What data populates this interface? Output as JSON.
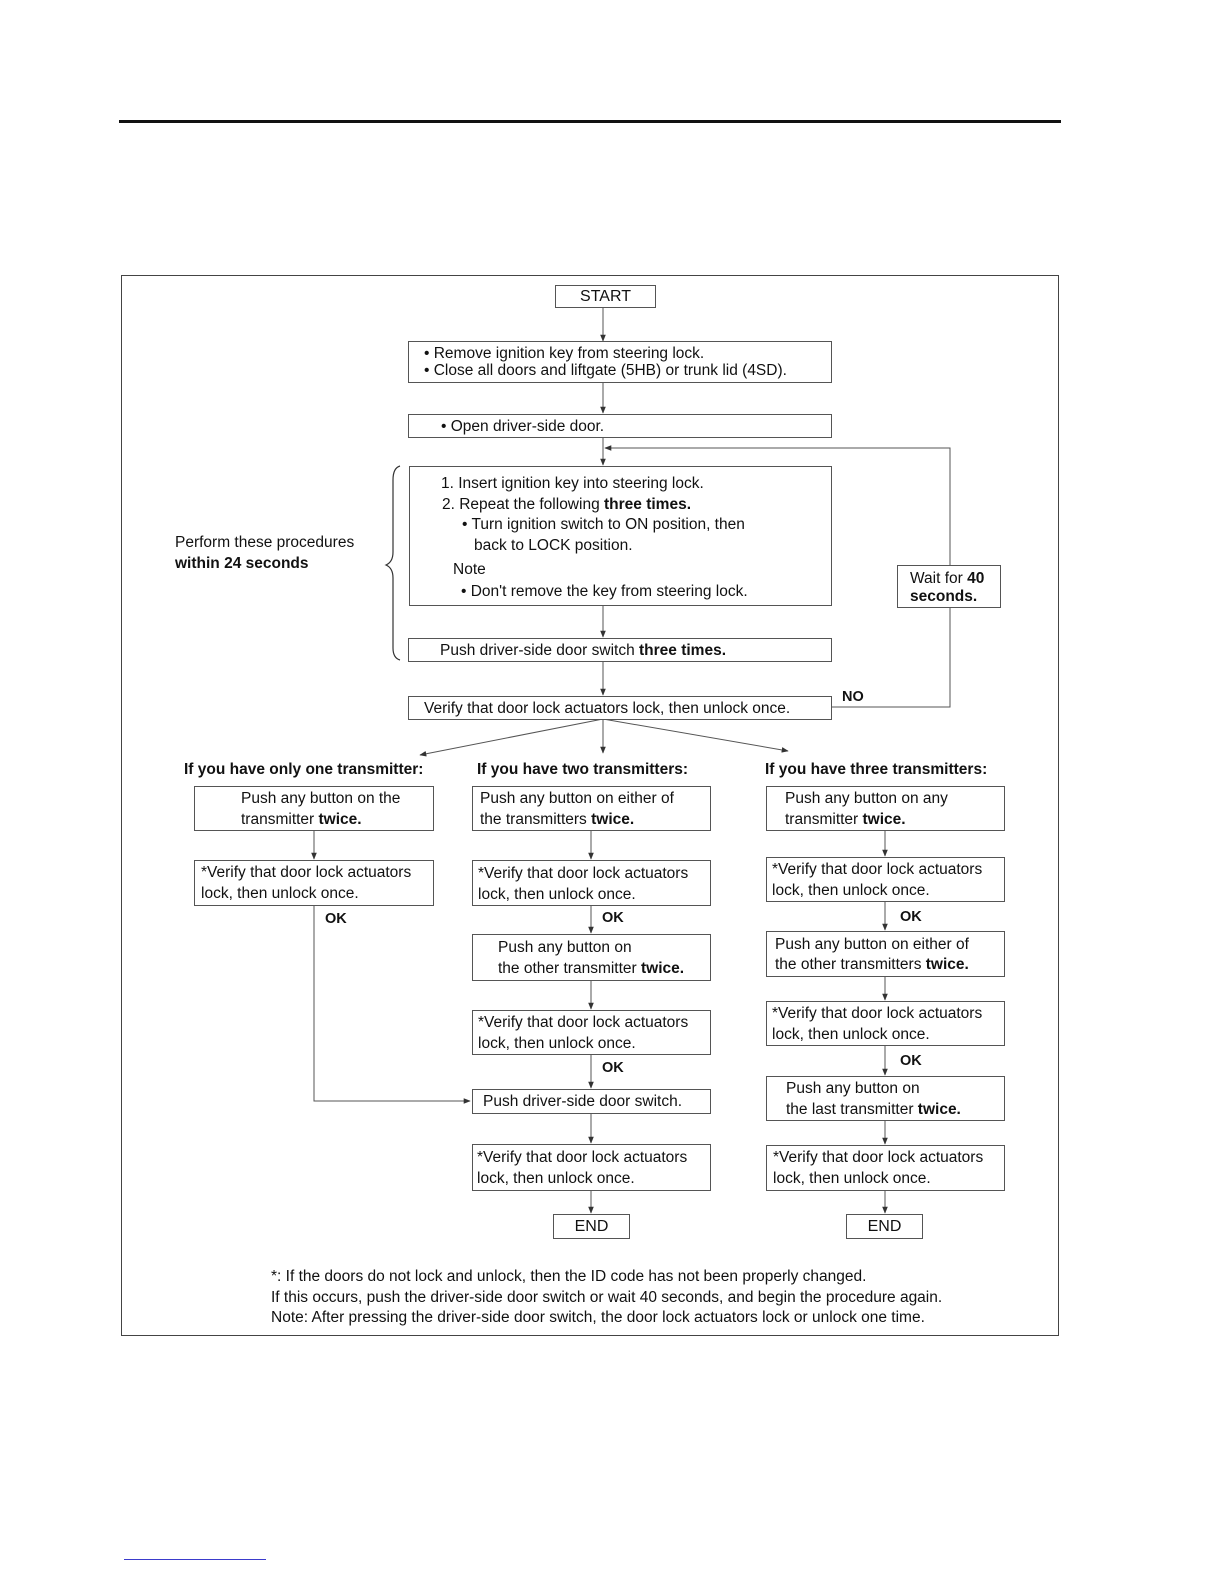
{
  "flow": {
    "start": "START",
    "step1": {
      "line1": "• Remove ignition key from steering lock.",
      "line2": "• Close all doors and liftgate (5HB) or trunk lid (4SD)."
    },
    "step2": "• Open driver-side door.",
    "step3": {
      "l1": "1. Insert ignition key into steering lock.",
      "l2a": "2. Repeat the following ",
      "l2b": "three times.",
      "l3": "• Turn ignition switch to ON position, then",
      "l4": "back to LOCK position.",
      "note": "Note",
      "l5": "• Don't remove the key from steering lock."
    },
    "bracket_label": {
      "line1": "Perform these procedures",
      "line2": "within 24 seconds"
    },
    "step4": {
      "a": "Push driver-side door switch ",
      "b": "three times."
    },
    "wait": {
      "a": "Wait for ",
      "b": "40",
      "c": "seconds."
    },
    "verify_main": "Verify that door lock actuators lock, then unlock once.",
    "no_label": "NO",
    "ok_label": "OK",
    "columns": {
      "one": {
        "heading": "If you have only one transmitter:",
        "push": {
          "a": "Push any button on the",
          "b": "transmitter ",
          "c": "twice."
        },
        "verify": {
          "a": "*Verify that door lock actuators",
          "b": "lock, then unlock once."
        }
      },
      "two": {
        "heading": "If you have two transmitters:",
        "push1": {
          "a": "Push any button on either of",
          "b": "the transmitters ",
          "c": "twice."
        },
        "verify1": {
          "a": "*Verify that door lock actuators",
          "b": "lock, then unlock once."
        },
        "push2": {
          "a": "Push any button on",
          "b": "the other transmitter ",
          "c": "twice."
        },
        "verify2": {
          "a": "*Verify that door lock actuators",
          "b": "lock, then unlock once."
        },
        "switch": "Push driver-side door switch.",
        "verify3": {
          "a": "*Verify that door lock actuators",
          "b": "lock, then unlock once."
        },
        "end": "END"
      },
      "three": {
        "heading": "If you have three transmitters:",
        "push1": {
          "a": "Push any button on any",
          "b": "transmitter ",
          "c": "twice."
        },
        "verify1": {
          "a": "*Verify that door lock actuators",
          "b": "lock, then unlock once."
        },
        "push2": {
          "a": "Push any button on either of",
          "b": "the other transmitters ",
          "c": "twice."
        },
        "verify2": {
          "a": "*Verify that door lock actuators",
          "b": "lock, then unlock once."
        },
        "push3": {
          "a": "Push any button on",
          "b": "the last transmitter ",
          "c": "twice."
        },
        "verify3": {
          "a": "*Verify that door lock actuators",
          "b": "lock, then unlock once."
        },
        "end": "END"
      }
    },
    "footnote": {
      "l1": "*: If the doors do not lock and unlock, then the ID code has not been properly changed.",
      "l2": "If this occurs, push the driver-side door switch or wait 40 seconds, and begin the procedure again.",
      "l3": "Note: After pressing the driver-side door switch, the door lock actuators lock or unlock one time."
    }
  }
}
